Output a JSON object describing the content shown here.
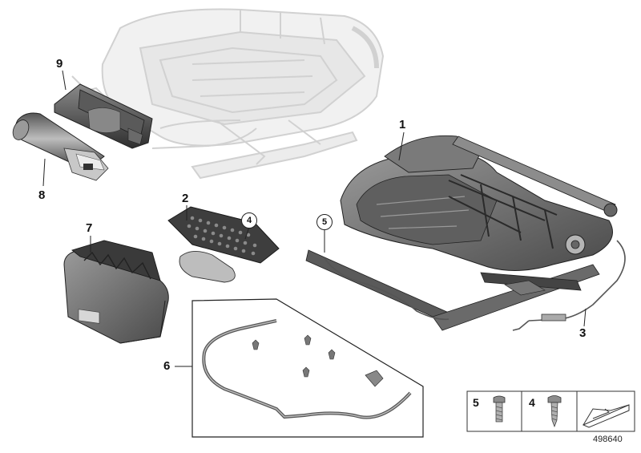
{
  "callouts": {
    "c1": "1",
    "c2": "2",
    "c3": "3",
    "c4": "4",
    "c5": "5",
    "c6": "6",
    "c7": "7",
    "c8": "8",
    "c9": "9"
  },
  "legend": {
    "item_a": "5",
    "item_b": "4"
  },
  "document_id": "498640",
  "colors": {
    "part_dark": "#3a3a3a",
    "part_mid": "#6e6e6e",
    "part_light": "#a9a9a9",
    "ghost": "#d6d6d6"
  }
}
